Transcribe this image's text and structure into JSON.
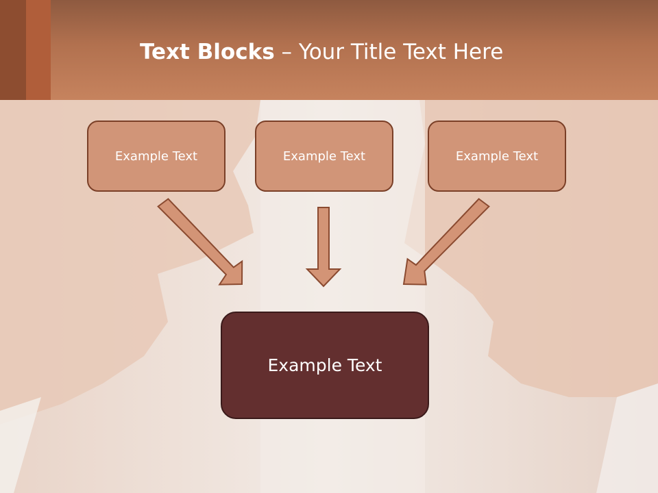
{
  "slide": {
    "title_bold": "Text Blocks",
    "title_dash": " – ",
    "title_rest": "Your Title Text Here"
  },
  "blocks": [
    {
      "label": "Example Text"
    },
    {
      "label": "Example Text"
    },
    {
      "label": "Example Text"
    }
  ],
  "target_block": {
    "label": "Example Text"
  },
  "colors": {
    "header": "#b2714f",
    "block_fill": "#d19578",
    "block_border": "#7a3f27",
    "target_fill": "#632f2f",
    "arrow_fill": "#d39476"
  }
}
